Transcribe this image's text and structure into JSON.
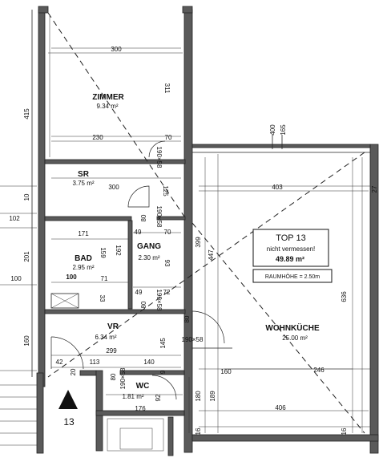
{
  "rooms": {
    "zimmer": {
      "name": "ZIMMER",
      "area": "9.34 m²"
    },
    "sr": {
      "name": "SR",
      "area": "3.75 m²"
    },
    "bad": {
      "name": "BAD",
      "area": "2.95 m²"
    },
    "gang": {
      "name": "GANG",
      "area": "2.30 m²"
    },
    "vr": {
      "name": "VR",
      "area": "6.34 m²"
    },
    "wc": {
      "name": "WC",
      "area": "1.81 m²"
    },
    "wohnkueche": {
      "name": "WOHNKÜCHE",
      "area": "25.00 m²"
    }
  },
  "top_box": {
    "title": "TOP 13",
    "note": "nicht vermessen!",
    "area": "49.89 m²"
  },
  "raumhoehe": "RAUMHÖHE = 2.50m",
  "entrance_number": "13",
  "dimensions": {
    "zimmer_width": "300",
    "zimmer_height": "311",
    "left_415": "415",
    "d230": "230",
    "d70_top": "70",
    "d190_58_a": "190×58",
    "d403": "403",
    "d400": "400",
    "d165": "165",
    "d300_sr": "300",
    "d10_left": "10",
    "d125": "125",
    "d102": "102",
    "d171": "171",
    "d159": "159",
    "d192": "192",
    "d49_a": "49",
    "d70_b": "70",
    "d190_58_b": "190×58",
    "d80_a": "80",
    "d93": "93",
    "d201": "201",
    "d100_a": "100",
    "d100_b": "100",
    "d71": "71",
    "d33": "33",
    "d49_b": "49",
    "d72": "72",
    "d190_58_c": "190×58",
    "d80_b": "80",
    "d399": "399",
    "d447": "447",
    "d636": "636",
    "d80_c": "80",
    "d190_58_d": "190×58",
    "d160_left": "160",
    "d299": "299",
    "d145": "145",
    "d42": "42",
    "d113": "113",
    "d140": "140",
    "d9": "9",
    "d160_mid": "160",
    "d246": "246",
    "d80_wc": "80",
    "d190_58_wc": "190×58",
    "d92": "92",
    "d176": "176",
    "d180": "180",
    "d189": "189",
    "d406": "406",
    "d16": "16",
    "d20": "20",
    "d27": "27",
    "d16_b": "16"
  }
}
